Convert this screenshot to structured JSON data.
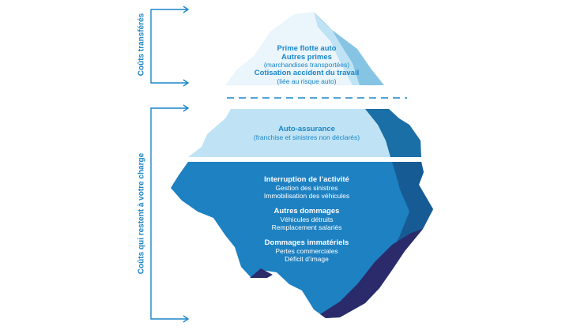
{
  "colors": {
    "accent": "#1b86c8",
    "tip_light": "#eaf5fc",
    "tip_mid": "#bfe3f5",
    "tip_shadow": "#86c4e4",
    "band_light": "#bfe3f5",
    "band_shadow": "#1a6fa6",
    "base_main": "#1d81c2",
    "base_dark": "#175b95",
    "base_deep": "#2b2a6a"
  },
  "brackets": {
    "top_label": "Coûts transférés",
    "bottom_label": "Coûts qui restent à votre charge"
  },
  "tip": {
    "line1": "Prime flotte auto",
    "line2": "Autres primes",
    "line3": "(marchandises transportées)",
    "line4": "Cotisation accident du travail",
    "line5": "(liée au risque auto)"
  },
  "band": {
    "title": "Auto-assurance",
    "subtitle": "(franchise et sinistres non déclarés)"
  },
  "base": {
    "group1": {
      "title": "Interruption de l’activité",
      "item1": "Gestion des sinistres",
      "item2": "Immobilisation des véhicules"
    },
    "group2": {
      "title": "Autres dommages",
      "item1": "Véhicules détruits",
      "item2": "Remplacement salariés"
    },
    "group3": {
      "title": "Dommages immatériels",
      "item1": "Pertes commerciales",
      "item2": "Déficit d’image"
    }
  }
}
